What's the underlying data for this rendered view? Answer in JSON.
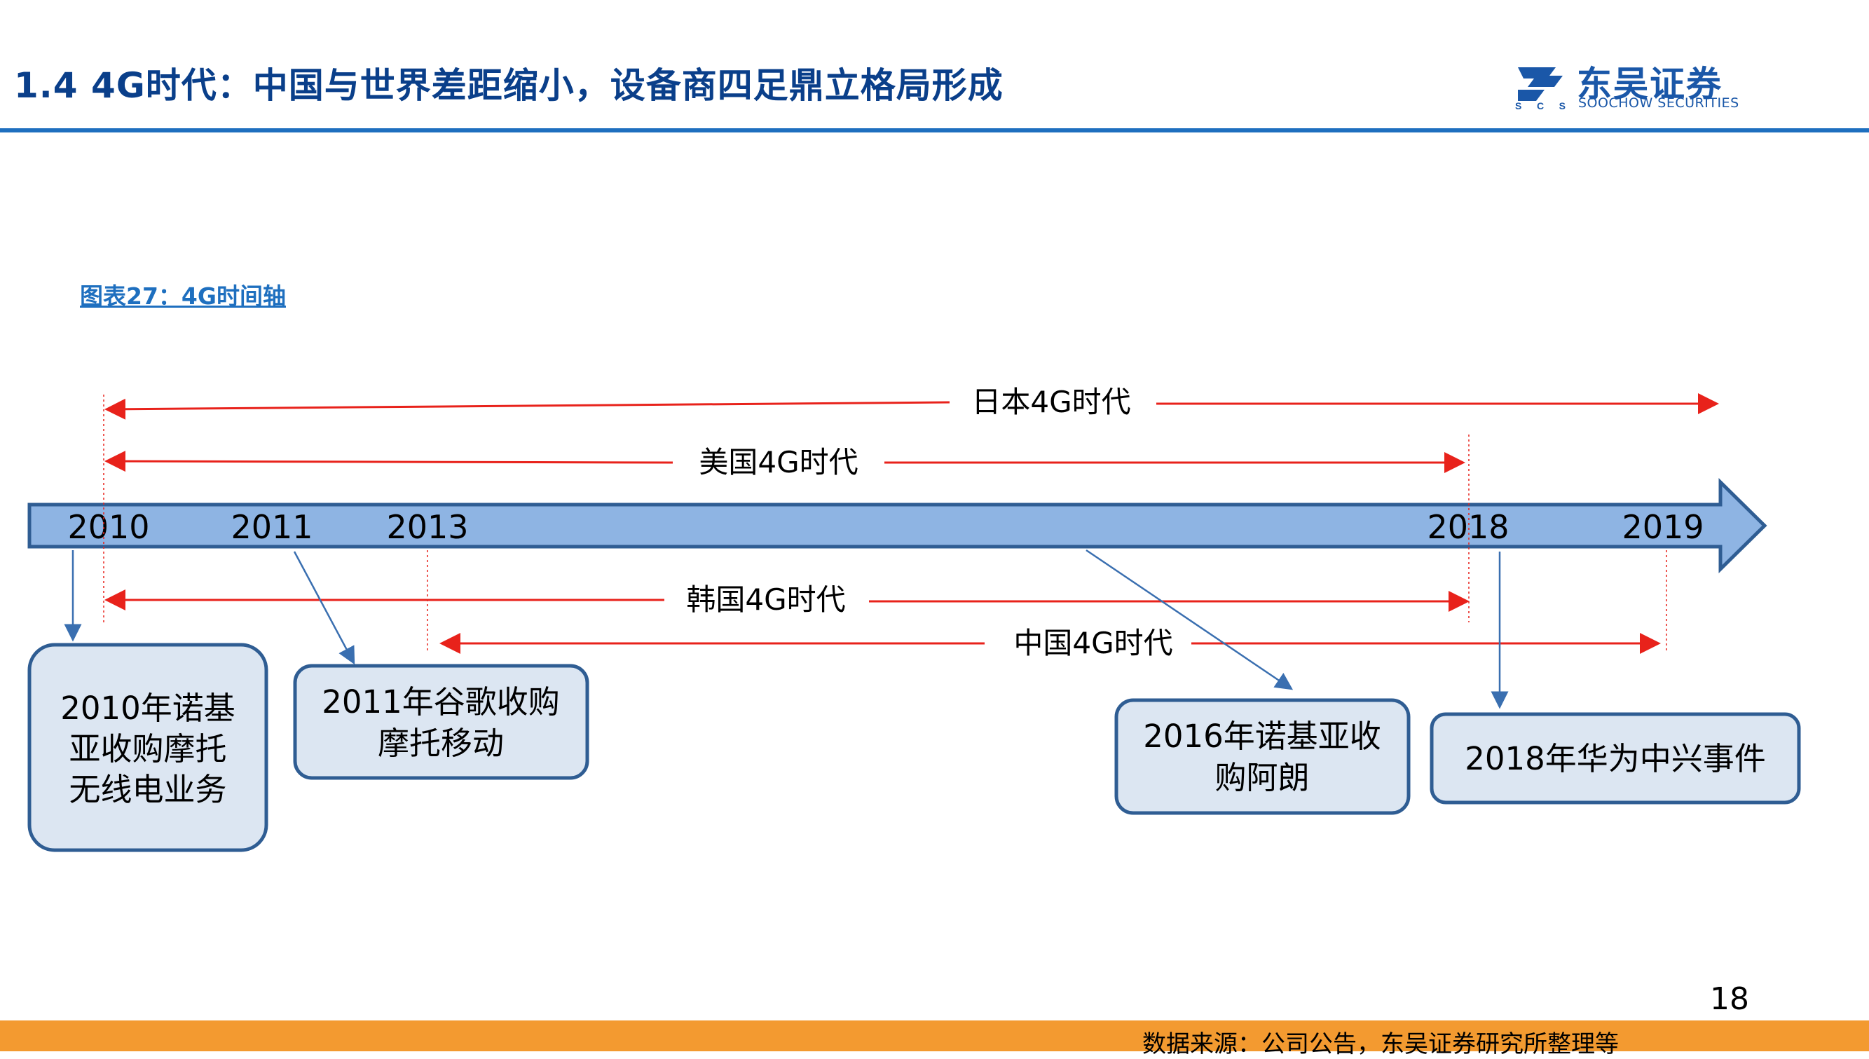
{
  "header": {
    "title": "1.4  4G时代：中国与世界差距缩小，设备商四足鼎立格局形成",
    "logo_cn": "东吴证券",
    "logo_en": "SOOCHOW SECURITIES",
    "logo_abbr": "SCS"
  },
  "figure": {
    "caption": "图表27：4G时间轴",
    "years": [
      "2010",
      "2011",
      "2013",
      "2018",
      "2019"
    ],
    "eras": [
      {
        "label": "日本4G时代"
      },
      {
        "label": "美国4G时代"
      },
      {
        "label": "韩国4G时代"
      },
      {
        "label": "中国4G时代"
      }
    ],
    "events": [
      {
        "lines": [
          "2010年诺基",
          "亚收购摩托",
          "无线电业务"
        ]
      },
      {
        "lines": [
          "2011年谷歌收购",
          "摩托移动"
        ]
      },
      {
        "lines": [
          "2016年诺基亚收",
          "购阿朗"
        ]
      },
      {
        "lines": [
          "2018年华为中兴事件"
        ]
      }
    ]
  },
  "footer": {
    "page_number": "18",
    "source": "数据来源：公司公告，东吴证券研究所整理等"
  },
  "colors": {
    "title": "#0a3f8a",
    "brand": "#1e6fbf",
    "timeline_fill": "#8eb4e3",
    "timeline_stroke": "#2f5d93",
    "era_line": "#e8221b",
    "box_fill": "#dce6f2",
    "box_stroke": "#2f5d93",
    "footer": "#f39a30"
  }
}
